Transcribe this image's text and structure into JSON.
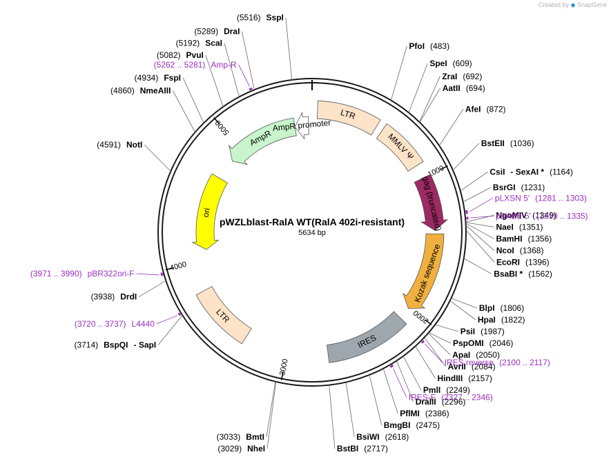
{
  "credit": {
    "text": "Created by",
    "brand": "SnapGene"
  },
  "plasmid": {
    "name": "pWZLblast-RalA WT(RalA 402i-resistant)",
    "length_label": "5634 bp",
    "length": 5634
  },
  "colors": {
    "backbone": "#1a1a1a",
    "primer": "#9a2fc0",
    "ltr": "#fde3c8",
    "gag": "#9c2a63",
    "kozak": "#f0b040",
    "ires": "#9ea7ae",
    "ampr": "#c8f5cc",
    "ampr_promoter": "#ffffff",
    "ori": "#ffff00"
  },
  "ticks": [
    {
      "pos": 1000,
      "label": "1000"
    },
    {
      "pos": 2000,
      "label": "2000"
    },
    {
      "pos": 3000,
      "label": "3000"
    },
    {
      "pos": 4000,
      "label": "4000"
    },
    {
      "pos": 5000,
      "label": "5000"
    }
  ],
  "features": [
    {
      "name": "LTR",
      "start": 40,
      "end": 490,
      "strand": 0,
      "color": "#fde3c8",
      "label": "LTR"
    },
    {
      "name": "MMLV psi",
      "start": 540,
      "end": 900,
      "strand": 0,
      "color": "#fde3c8",
      "label": "MMLV Ψ"
    },
    {
      "name": "gag (truncated)",
      "start": 1000,
      "end": 1395,
      "strand": 1,
      "color": "#9c2a63",
      "label": "gag (truncated)"
    },
    {
      "name": "Kozak sequence",
      "start": 1420,
      "end": 2010,
      "strand": 1,
      "color": "#f0b040",
      "label": "Kozak sequence"
    },
    {
      "name": "IRES",
      "start": 2100,
      "end": 2700,
      "strand": 0,
      "color": "#9ea7ae",
      "label": "IRES"
    },
    {
      "name": "LTR",
      "start": 3320,
      "end": 3780,
      "strand": 0,
      "color": "#fde3c8",
      "label": "LTR"
    },
    {
      "name": "ori",
      "start": 4080,
      "end": 4700,
      "strand": -1,
      "color": "#ffff00",
      "label": "ori"
    },
    {
      "name": "AmpR",
      "start": 4880,
      "end": 5490,
      "strand": -1,
      "color": "#c8f5cc",
      "label": "AmpR"
    },
    {
      "name": "AmpR promoter",
      "start": 5490,
      "end": 5605,
      "strand": -1,
      "color": "#ffffff",
      "label": "AmpR promoter"
    }
  ],
  "sites": [
    {
      "name": "SspI",
      "pos": "(5516)",
      "loc": 5516
    },
    {
      "name": "PfoI",
      "pos": "(483)",
      "loc": 483
    },
    {
      "name": "SpeI",
      "pos": "(609)",
      "loc": 609
    },
    {
      "name": "ZraI",
      "pos": "(692)",
      "loc": 692
    },
    {
      "name": "AatII",
      "pos": "(694)",
      "loc": 694
    },
    {
      "name": "AfeI",
      "pos": "(872)",
      "loc": 872
    },
    {
      "name": "BstEII",
      "pos": "(1036)",
      "loc": 1036
    },
    {
      "name": "CsiI",
      "name2": "SexAI *",
      "pos": "(1164)",
      "loc": 1164
    },
    {
      "name": "BsrGI",
      "pos": "(1231)",
      "loc": 1231
    },
    {
      "name": "NgoMIV",
      "pos": "(1349)",
      "loc": 1349
    },
    {
      "name": "NaeI",
      "pos": "(1351)",
      "loc": 1351
    },
    {
      "name": "BamHI",
      "pos": "(1356)",
      "loc": 1356
    },
    {
      "name": "NcoI",
      "pos": "(1368)",
      "loc": 1368
    },
    {
      "name": "EcoRI",
      "pos": "(1396)",
      "loc": 1396
    },
    {
      "name": "BsaBI *",
      "pos": "(1562)",
      "loc": 1562
    },
    {
      "name": "BlpI",
      "pos": "(1806)",
      "loc": 1806
    },
    {
      "name": "HpaI",
      "pos": "(1822)",
      "loc": 1822
    },
    {
      "name": "PsiI",
      "pos": "(1987)",
      "loc": 1987
    },
    {
      "name": "PspOMI",
      "pos": "(2046)",
      "loc": 2046
    },
    {
      "name": "ApaI",
      "pos": "(2050)",
      "loc": 2050
    },
    {
      "name": "AvrII",
      "pos": "(2084)",
      "loc": 2084
    },
    {
      "name": "HindIII",
      "pos": "(2157)",
      "loc": 2157
    },
    {
      "name": "PmlI",
      "pos": "(2249)",
      "loc": 2249
    },
    {
      "name": "DraIII",
      "pos": "(2296)",
      "loc": 2296
    },
    {
      "name": "PflMI",
      "pos": "(2386)",
      "loc": 2386
    },
    {
      "name": "BmgBI",
      "pos": "(2475)",
      "loc": 2475
    },
    {
      "name": "BsiWI",
      "pos": "(2618)",
      "loc": 2618
    },
    {
      "name": "BstBI",
      "pos": "(2717)",
      "loc": 2717
    },
    {
      "name": "NheI",
      "pos": "(3029)",
      "loc": 3029
    },
    {
      "name": "BmtI",
      "pos": "(3033)",
      "loc": 3033
    },
    {
      "name": "BspQI",
      "name2": "SapI",
      "pos": "(3714)",
      "loc": 3714
    },
    {
      "name": "DrdI",
      "pos": "(3938)",
      "loc": 3938
    },
    {
      "name": "NotI",
      "pos": "(4591)",
      "loc": 4591
    },
    {
      "name": "NmeAIII",
      "pos": "(4860)",
      "loc": 4860
    },
    {
      "name": "FspI",
      "pos": "(4934)",
      "loc": 4934
    },
    {
      "name": "PvuI",
      "pos": "(5082)",
      "loc": 5082
    },
    {
      "name": "ScaI",
      "pos": "(5192)",
      "loc": 5192
    },
    {
      "name": "DraI",
      "pos": "(5289)",
      "loc": 5289
    }
  ],
  "primers": [
    {
      "name": "pLXSN 5'",
      "range": "(1281 .. 1303)",
      "start": 1281,
      "end": 1303
    },
    {
      "name": "pBABE 5'",
      "range": "(1319 .. 1335)",
      "start": 1319,
      "end": 1335
    },
    {
      "name": "IRES reverse",
      "range": "(2100 .. 2117)",
      "start": 2100,
      "end": 2117
    },
    {
      "name": "IRES-F",
      "range": "(2327 .. 2346)",
      "start": 2327,
      "end": 2346
    },
    {
      "name": "L4440",
      "range": "(3720 .. 3737)",
      "start": 3720,
      "end": 3737
    },
    {
      "name": "pBR322ori-F",
      "range": "(3971 .. 3990)",
      "start": 3971,
      "end": 3990
    },
    {
      "name": "Amp-R",
      "range": "(5262 .. 5281)",
      "start": 5262,
      "end": 5281
    }
  ]
}
